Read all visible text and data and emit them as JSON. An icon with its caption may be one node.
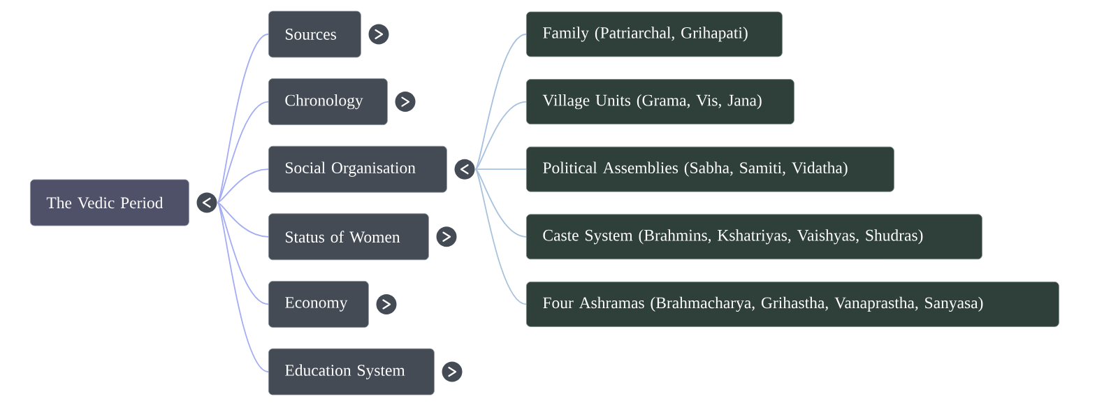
{
  "diagram": {
    "nodes": [
      {
        "text": [
          "The Vedic Period"
        ]
      },
      {
        "text": [
          "Sources"
        ]
      },
      {
        "text": [
          "Chronology"
        ]
      },
      {
        "text": [
          "Social Organisation"
        ]
      },
      {
        "text": [
          "Status of Women"
        ]
      },
      {
        "text": [
          "Economy"
        ]
      },
      {
        "text": [
          "Education System"
        ]
      },
      {
        "text": [
          "Family (Patriarchal, Grihapati)"
        ]
      },
      {
        "text": [
          "Village Units (Grama, Vis, Jana)"
        ]
      },
      {
        "text": [
          "Political Assemblies (Sabha, Samiti, Vidatha)"
        ]
      },
      {
        "text": [
          "Caste System (Brahmins, Kshatriyas, Vaishyas, Shudras)"
        ]
      },
      {
        "text": [
          "Four Ashramas (Brahmacharya, Grihastha, Vanaprastha, Sanyasa)"
        ]
      }
    ],
    "edges": [
      {
        "from": 0,
        "to": 1,
        "arrow": "none"
      },
      {
        "from": 0,
        "to": 2,
        "arrow": "none"
      },
      {
        "from": 0,
        "to": 3,
        "arrow": "none"
      },
      {
        "from": 0,
        "to": 4,
        "arrow": "none"
      },
      {
        "from": 0,
        "to": 5,
        "arrow": "none"
      },
      {
        "from": 0,
        "to": 6,
        "arrow": "none"
      },
      {
        "from": 3,
        "to": 7,
        "arrow": "none",
        "color": "#a8c2de"
      },
      {
        "from": 3,
        "to": 8,
        "arrow": "none",
        "color": "#a8c2de"
      },
      {
        "from": 3,
        "to": 9,
        "arrow": "none",
        "color": "#a8c2de"
      },
      {
        "from": 3,
        "to": 10,
        "arrow": "none",
        "color": "#a8c2de"
      },
      {
        "from": 3,
        "to": 11,
        "arrow": "none",
        "color": "#a8c2de"
      }
    ]
  }
}
